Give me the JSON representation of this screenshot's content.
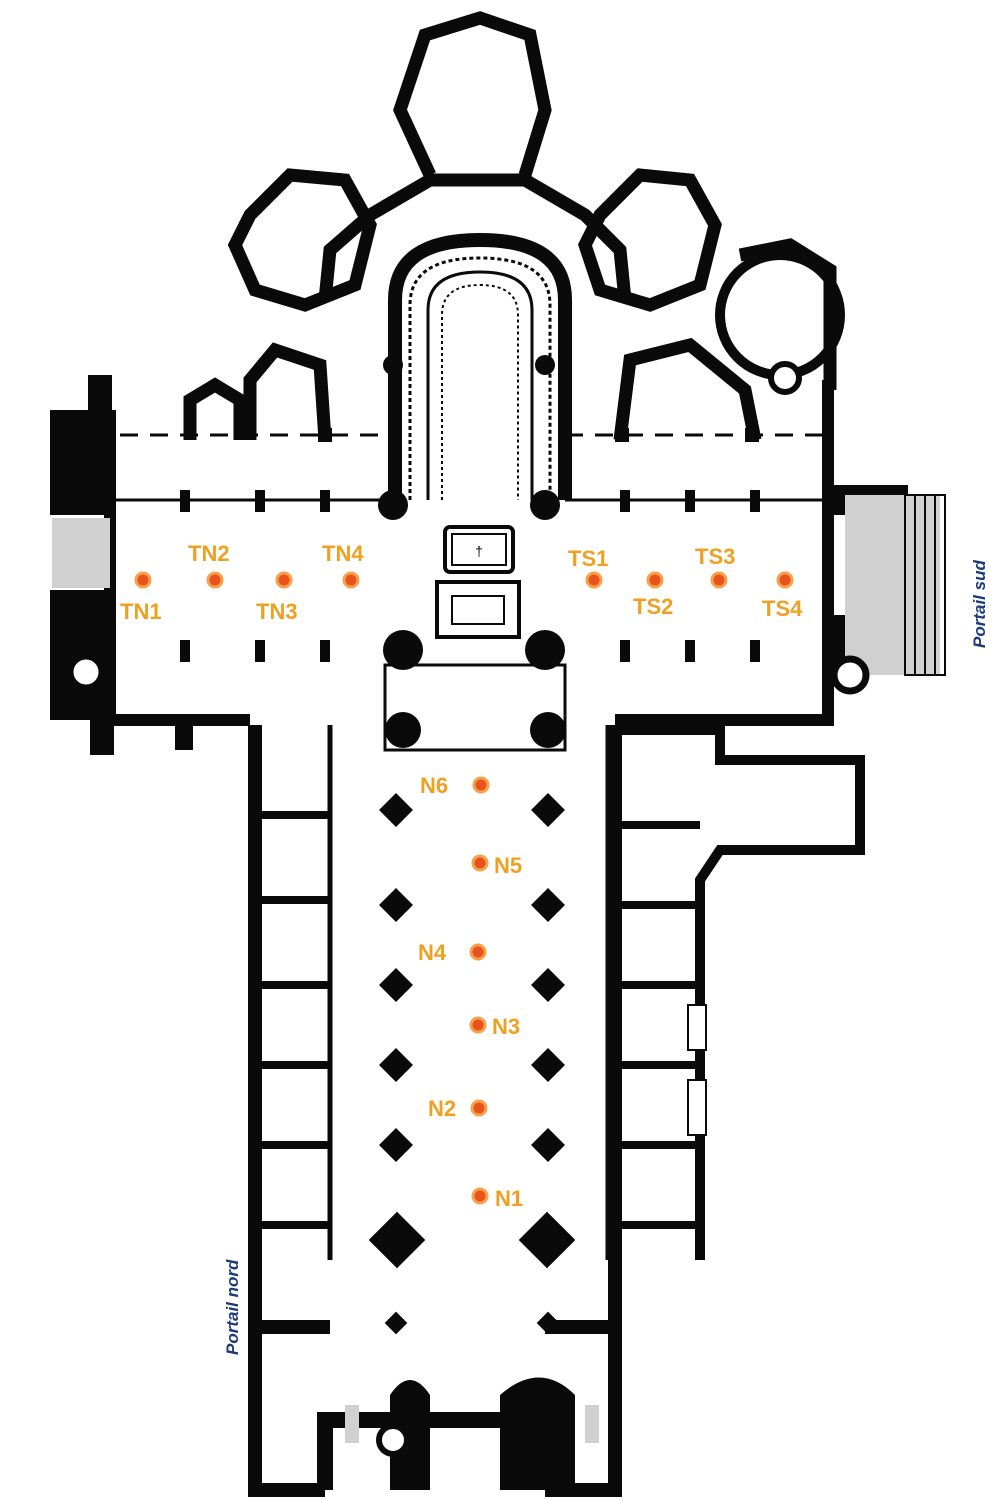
{
  "colors": {
    "wall": "#0a0a0a",
    "floor": "#ffffff",
    "marker_fill": "#e8531d",
    "marker_ring": "#f6a14a",
    "label": "#f0a020",
    "portal_text": "#1b3a78",
    "step_fill": "#d0d0d0"
  },
  "portals": {
    "north": "Portail nord",
    "south": "Portail sud"
  },
  "altar_icon": "cross-icon",
  "markers": {
    "transept_north": [
      {
        "id": "TN1",
        "label": "TN1"
      },
      {
        "id": "TN2",
        "label": "TN2"
      },
      {
        "id": "TN3",
        "label": "TN3"
      },
      {
        "id": "TN4",
        "label": "TN4"
      }
    ],
    "transept_south": [
      {
        "id": "TS1",
        "label": "TS1"
      },
      {
        "id": "TS2",
        "label": "TS2"
      },
      {
        "id": "TS3",
        "label": "TS3"
      },
      {
        "id": "TS4",
        "label": "TS4"
      }
    ],
    "nave": [
      {
        "id": "N1",
        "label": "N1"
      },
      {
        "id": "N2",
        "label": "N2"
      },
      {
        "id": "N3",
        "label": "N3"
      },
      {
        "id": "N4",
        "label": "N4"
      },
      {
        "id": "N5",
        "label": "N5"
      },
      {
        "id": "N6",
        "label": "N6"
      }
    ]
  }
}
